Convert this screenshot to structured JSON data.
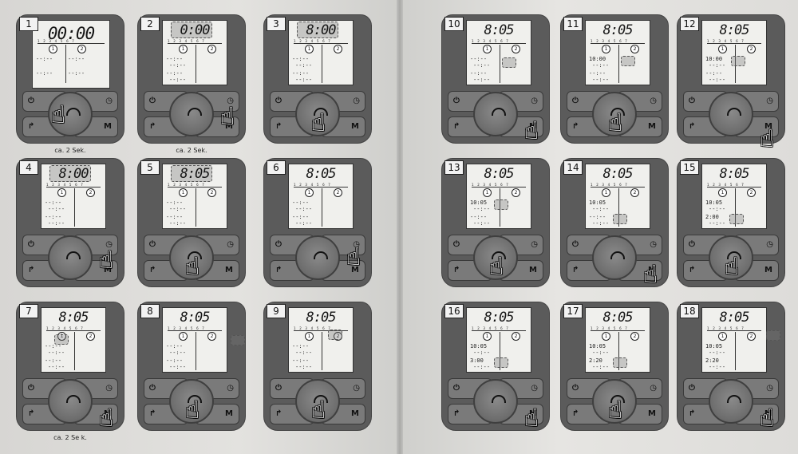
{
  "pages": {
    "left": [
      {
        "num": "1",
        "time": "00:00",
        "days": "1 2 3 4 5 6 7",
        "slot_a": "1",
        "slot_b": "2",
        "rowa1": "--:--",
        "rowb1": "--:--",
        "rowa2": "--:--",
        "rowb2": "--:--",
        "caption": "ca. 2 Sek."
      },
      {
        "num": "2",
        "time": "0:00",
        "days": "1 2 3 4 5 6 7",
        "slot_a": "1",
        "slot_b": "2",
        "rowa1": "--:--",
        "rowb1": "--:--",
        "rowa2": "--:--",
        "rowb2": "--:--",
        "caption": "ca. 2 Sek."
      },
      {
        "num": "3",
        "time": "8:00",
        "days": "1 2 3 4 5 6 7",
        "slot_a": "1",
        "slot_b": "2",
        "rowa1": "--:--",
        "rowb1": "--:--",
        "rowa2": "--:--",
        "rowb2": "--:--",
        "caption": ""
      },
      {
        "num": "4",
        "time": "8:00",
        "days": "1 2 3 4 5 6 7",
        "slot_a": "1",
        "slot_b": "2",
        "rowa1": "--:--",
        "rowb1": "--:--",
        "rowa2": "--:--",
        "rowb2": "--:--",
        "caption": ""
      },
      {
        "num": "5",
        "time": "8:05",
        "days": "1 2 3 4 5 6 7",
        "slot_a": "1",
        "slot_b": "2",
        "rowa1": "--:--",
        "rowb1": "--:--",
        "rowa2": "--:--",
        "rowb2": "--:--",
        "caption": ""
      },
      {
        "num": "6",
        "time": "8:05",
        "days": "1 2 3 4 5 6 7",
        "slot_a": "1",
        "slot_b": "2",
        "rowa1": "--:--",
        "rowb1": "--:--",
        "rowa2": "--:--",
        "rowb2": "--:--",
        "caption": ""
      },
      {
        "num": "7",
        "time": "8:05",
        "days": "1 2 3 4 5 6 7",
        "slot_a": "1",
        "slot_b": "2",
        "rowa1": "--:--",
        "rowb1": "--:--",
        "rowa2": "--:--",
        "rowb2": "--:--",
        "caption": "ca. 2 Se k."
      },
      {
        "num": "8",
        "time": "8:05",
        "days": "1 2 3 4 5 6 7",
        "slot_a": "1",
        "slot_b": "2",
        "rowa1": "--:--",
        "rowb1": "--:--",
        "rowa2": "--:--",
        "rowb2": "--:--",
        "caption": ""
      },
      {
        "num": "9",
        "time": "8:05",
        "days": "1 2 3 4 5 6 7",
        "slot_a": "1",
        "slot_b": "2",
        "rowa1": "--:--",
        "rowb1": "--:--",
        "rowa2": "--:--",
        "rowb2": "--:--",
        "caption": ""
      }
    ],
    "right": [
      {
        "num": "10",
        "time": "8:05",
        "days": "1 2 3 4 5 6 7",
        "slot_a": "1",
        "slot_b": "2",
        "rowa1": "--:--",
        "rowb1": "--:--",
        "rowa2": "--:--",
        "rowb2": "--:--",
        "caption": ""
      },
      {
        "num": "11",
        "time": "8:05",
        "days": "1 2 3 4 5 6 7",
        "slot_a": "1",
        "slot_b": "2",
        "rowa1": "10:00",
        "rowb1": "--:--",
        "rowa2": "--:--",
        "rowb2": "--:--",
        "caption": ""
      },
      {
        "num": "12",
        "time": "8:05",
        "days": "1 2 3 4 5 6 7",
        "slot_a": "1",
        "slot_b": "2",
        "rowa1": "10:00",
        "rowb1": "--:--",
        "rowa2": "--:--",
        "rowb2": "--:--",
        "caption": ""
      },
      {
        "num": "13",
        "time": "8:05",
        "days": "1 2 3 4 5 6 7",
        "slot_a": "1",
        "slot_b": "2",
        "rowa1": "10:05",
        "rowb1": "--:--",
        "rowa2": "--:--",
        "rowb2": "--:--",
        "caption": ""
      },
      {
        "num": "14",
        "time": "8:05",
        "days": "1 2 3 4 5 6 7",
        "slot_a": "1",
        "slot_b": "2",
        "rowa1": "10:05",
        "rowb1": "--:--",
        "rowa2": "--:--",
        "rowb2": "--:--",
        "caption": ""
      },
      {
        "num": "15",
        "time": "8:05",
        "days": "1 2 3 4 5 6 7",
        "slot_a": "1",
        "slot_b": "2",
        "rowa1": "10:05",
        "rowb1": "--:--",
        "rowa2": "2:00",
        "rowb2": "--:--",
        "caption": ""
      },
      {
        "num": "16",
        "time": "8:05",
        "days": "1 2 3 4 5 6 7",
        "slot_a": "1",
        "slot_b": "2",
        "rowa1": "10:05",
        "rowb1": "--:--",
        "rowa2": "3:00",
        "rowb2": "--:--",
        "caption": ""
      },
      {
        "num": "17",
        "time": "8:05",
        "days": "1 2 3 4 5 6 7",
        "slot_a": "1",
        "slot_b": "2",
        "rowa1": "10:05",
        "rowb1": "--:--",
        "rowa2": "2:20",
        "rowb2": "--:--",
        "caption": ""
      },
      {
        "num": "18",
        "time": "8:05",
        "days": "1 2 3 4 5 6 7",
        "slot_a": "1",
        "slot_b": "2",
        "rowa1": "10:05",
        "rowb1": "--:--",
        "rowa2": "2:20",
        "rowb2": "--:--",
        "caption": ""
      }
    ]
  },
  "buttons": {
    "power": "⏻",
    "clock": "◷",
    "mode": "M",
    "arrow": "↱"
  },
  "hand_glyph": "☝"
}
